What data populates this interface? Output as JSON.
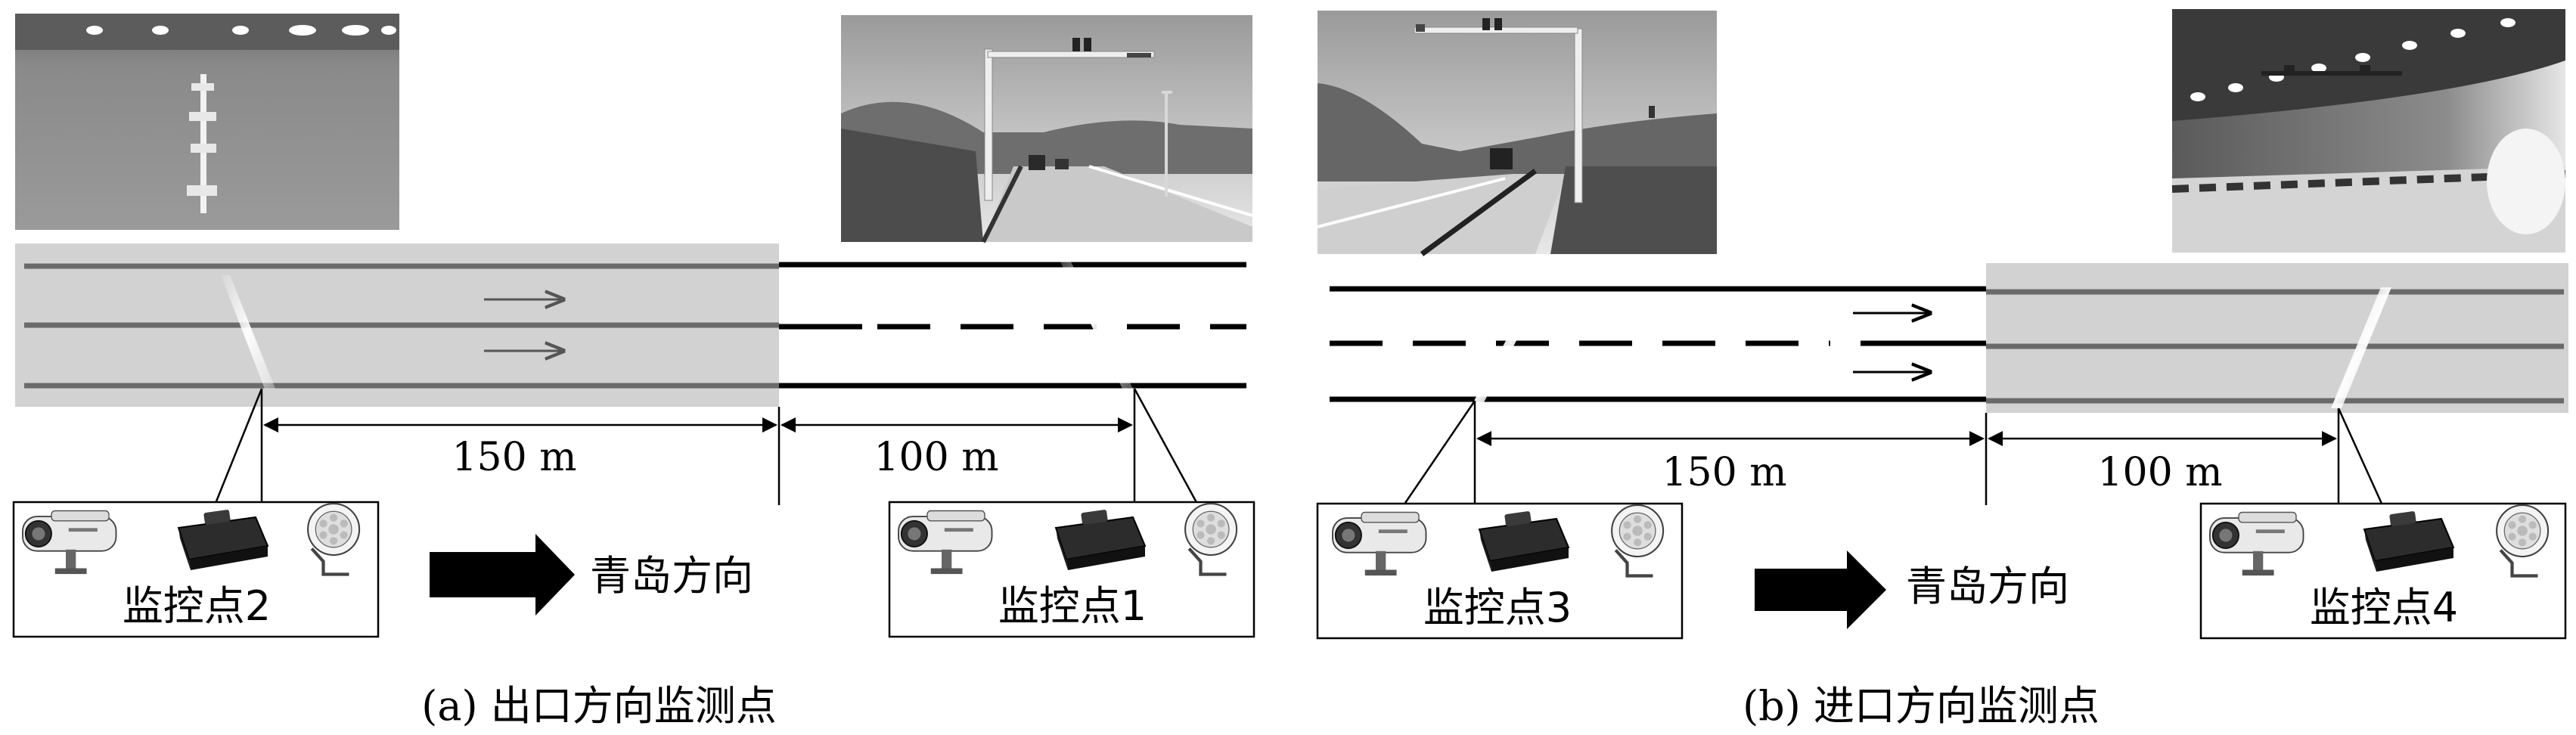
{
  "panel_a": {
    "caption": "(a) 出口方向监测点",
    "dist_left": "150 m",
    "dist_right": "100 m",
    "direction_label": "青岛方向",
    "station_left_label": "监控点2",
    "station_right_label": "监控点1",
    "photo_left_icon": "tunnel-interior-photo",
    "photo_right_icon": "gantry-road-photo"
  },
  "panel_b": {
    "caption": "(b) 进口方向监测点",
    "dist_left": "150 m",
    "dist_right": "100 m",
    "direction_label": "青岛方向",
    "station_left_label": "监控点3",
    "station_right_label": "监控点4",
    "photo_left_icon": "gantry-road-photo",
    "photo_right_icon": "tunnel-interior-photo"
  },
  "colors": {
    "tunnel_fill": "#d2d2d2",
    "lane_line_tunnel": "#6a6a6a",
    "lane_line_open": "#000000"
  }
}
